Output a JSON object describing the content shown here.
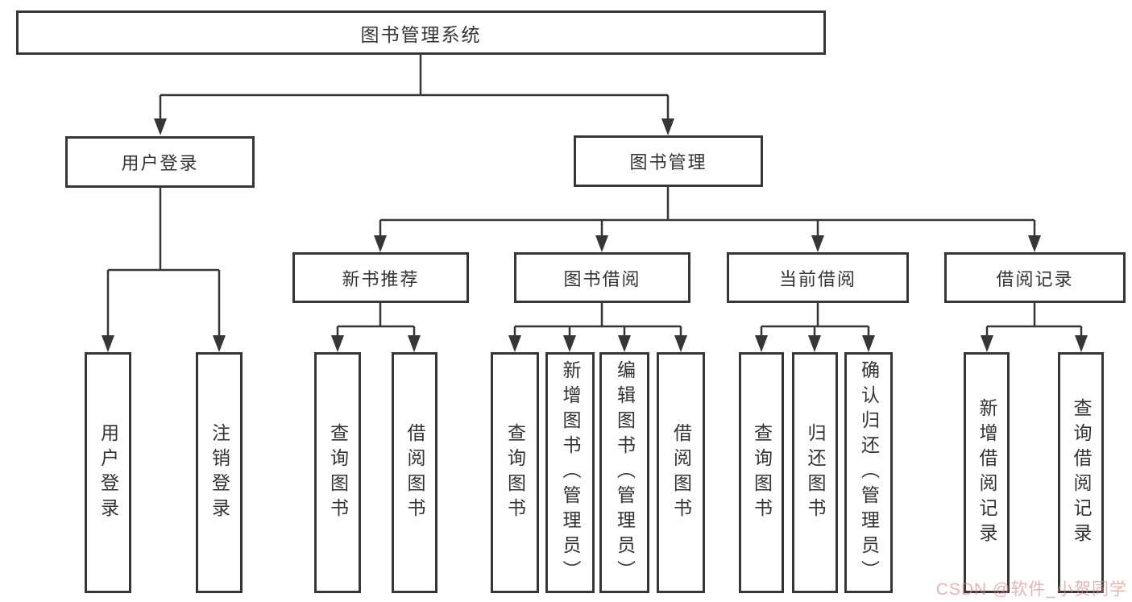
{
  "diagram": {
    "root": {
      "label": "图书管理系统"
    },
    "user_login": {
      "label": "用户登录",
      "children": [
        {
          "label": "用户登录"
        },
        {
          "label": "注销登录"
        }
      ]
    },
    "book_mgmt": {
      "label": "图书管理",
      "children": [
        {
          "label": "新书推荐",
          "children": [
            {
              "label": "查询图书"
            },
            {
              "label": "借阅图书"
            }
          ]
        },
        {
          "label": "图书借阅",
          "children": [
            {
              "label": "查询图书"
            },
            {
              "label": "新增图书（管理员）"
            },
            {
              "label": "编辑图书（管理员）"
            },
            {
              "label": "借阅图书"
            }
          ]
        },
        {
          "label": "当前借阅",
          "children": [
            {
              "label": "查询图书"
            },
            {
              "label": "归还图书"
            },
            {
              "label": "确认归还（管理员）"
            }
          ]
        },
        {
          "label": "借阅记录",
          "children": [
            {
              "label": "新增借阅记录"
            },
            {
              "label": "查询借阅记录"
            }
          ]
        }
      ]
    }
  },
  "watermark": {
    "text": "CSDN @软件_小贺同学",
    "color": "#de8282"
  },
  "colors": {
    "line": "#363636",
    "border": "#363636",
    "text": "#333333",
    "background": "#ffffff"
  }
}
